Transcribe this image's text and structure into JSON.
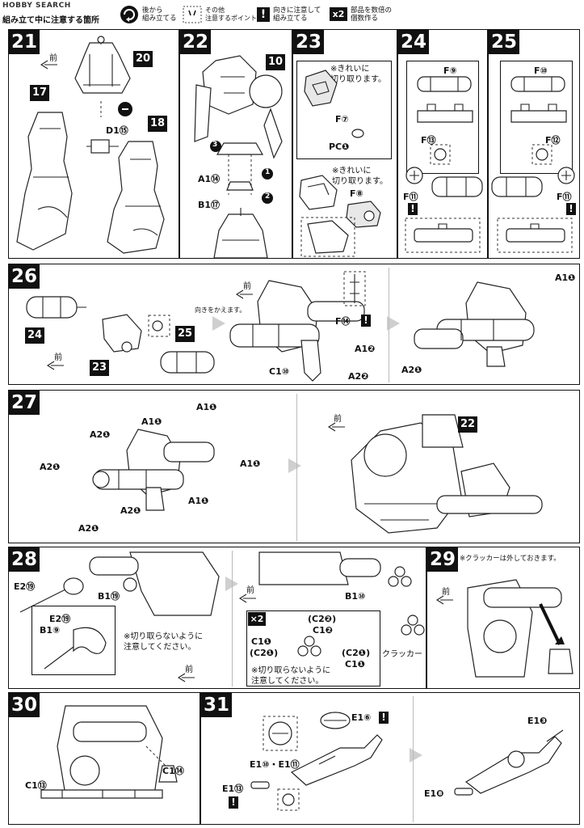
{
  "watermark": "HOBBY SEARCH",
  "legend": {
    "title": "組み立て中に注意する箇所",
    "items": [
      {
        "icon": "rotate-icon",
        "text": "後から\n組み立てる"
      },
      {
        "icon": "point-icon",
        "text": "その他\n注意するポイント"
      },
      {
        "icon": "exclamation-icon",
        "text": "向きに注意して\n組み立てる"
      },
      {
        "icon": "x2",
        "text": "部品を数倍の\n個数作る"
      }
    ]
  },
  "front_label": "前",
  "warn_mark": "!",
  "steps": {
    "s21": {
      "number": "21",
      "parts": {
        "p20": "20",
        "p17": "17",
        "p18": "18"
      },
      "labels": {
        "d15": "D1⑮"
      }
    },
    "s22": {
      "number": "22",
      "parts": {
        "p10": "10"
      },
      "labels": {
        "a14": "A1⑭",
        "b17": "B1⑰"
      },
      "arrows": [
        "1",
        "2",
        "3"
      ]
    },
    "s23": {
      "number": "23",
      "notes": {
        "n1": "※きれいに\n切り取ります。",
        "n2": "※きれいに\n切り取ります。"
      },
      "labels": {
        "f7": "F⑦",
        "pc1": "PC❶",
        "f8": "F⑧"
      }
    },
    "s24": {
      "number": "24",
      "labels": {
        "f9": "F⑨",
        "f13": "F⑬",
        "f11": "F⑪"
      }
    },
    "s25": {
      "number": "25",
      "labels": {
        "f10": "F⑩",
        "f12": "F⑫",
        "f11": "F⑪"
      }
    },
    "s26": {
      "number": "26",
      "parts": {
        "p24": "24",
        "p23": "23",
        "p25": "25"
      },
      "note": "向きをかえます。",
      "labels": {
        "f14": "F⑭",
        "a12": "A1❷",
        "a22": "A2❷",
        "c10": "C1⑩",
        "a11": "A1❶",
        "a21": "A2❶"
      }
    },
    "s27": {
      "number": "27",
      "parts": {
        "p22": "22"
      },
      "labels": {
        "a11a": "A1❶",
        "a11b": "A1❶",
        "a11c": "A1❶",
        "a11d": "A1❶",
        "a21a": "A2❶",
        "a21b": "A2❶",
        "a21c": "A2❶",
        "a21d": "A2❶"
      }
    },
    "s28": {
      "number": "28",
      "labels": {
        "e219": "E2⑲",
        "b19": "B1⑲",
        "e219b": "E2⑲",
        "b19b": "B1⑨",
        "b110": "B1⑩",
        "c11": "C1❶",
        "c21": "(C2❶)",
        "c22": "(C2❷)",
        "c12": "C1❷",
        "c21b": "(C2❶)",
        "c11b": "C1❶"
      },
      "notes": {
        "n1": "※切り取らないように\n注意してください。",
        "n2": "※切り取らないように\n注意してください。"
      },
      "cracker": "クラッカー",
      "x2": "×2"
    },
    "s29": {
      "number": "29",
      "note": "※クラッカーは外しておきます。"
    },
    "s30": {
      "number": "30",
      "labels": {
        "c14": "C1⑭",
        "c13": "C1⑬"
      }
    },
    "s31": {
      "number": "31",
      "labels": {
        "e16": "E1⑥",
        "e110": "E1⑩・E1⑪",
        "e113": "E1⑬",
        "e13": "E1❸",
        "e18": "E1❽"
      }
    }
  }
}
